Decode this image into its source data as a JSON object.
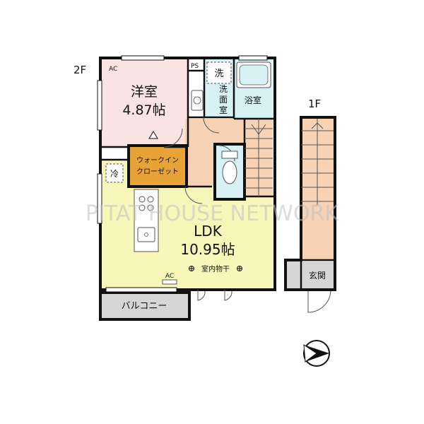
{
  "floor_labels": {
    "second": "2F",
    "first": "1F"
  },
  "rooms": {
    "western": {
      "name": "洋室",
      "size": "4.87帖"
    },
    "ldk": {
      "name": "LDK",
      "size": "10.95帖"
    },
    "bath": {
      "name": "浴室"
    },
    "washroom": {
      "icon_label": "洗",
      "name": "洗面室"
    },
    "closet": {
      "line1": "ウォークイン",
      "line2": "クローゼット"
    },
    "balcony": {
      "name": "バルコニー"
    },
    "entrance": {
      "name": "玄関"
    }
  },
  "labels": {
    "ac_bedroom": "AC",
    "ac_ldk": "AC",
    "ps": "PS",
    "fridge": "冷",
    "indoor_drying": "室内物干"
  },
  "watermark": "PITAT HOUSE NETWORK",
  "colors": {
    "wall": "#111111",
    "western": "#f9e3e3",
    "ldk": "#f8f6b8",
    "hall": "#f7d2b5",
    "wet": "#d7f1f5",
    "closet": "#e7a336",
    "balcony": "#d6d6d6",
    "entrance": "#d6d6d6"
  }
}
